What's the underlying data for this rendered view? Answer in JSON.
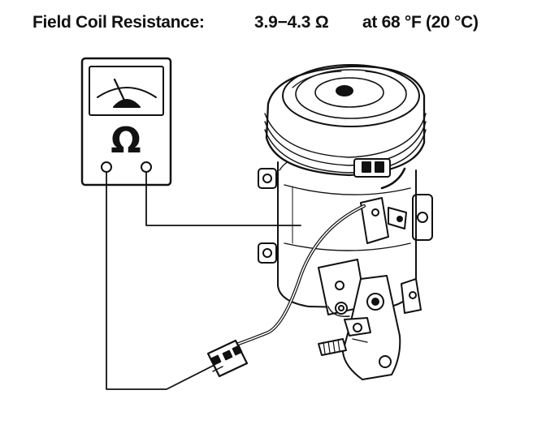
{
  "caption": {
    "label": "Field Coil Resistance:",
    "value": "3.9−4.3 Ω",
    "condition": "at 68 °F (20 °C)"
  },
  "meter": {
    "unit_symbol": "Ω"
  },
  "icons": [
    "ohmmeter-icon",
    "ac-compressor-illustration",
    "connector-plug-icon"
  ]
}
